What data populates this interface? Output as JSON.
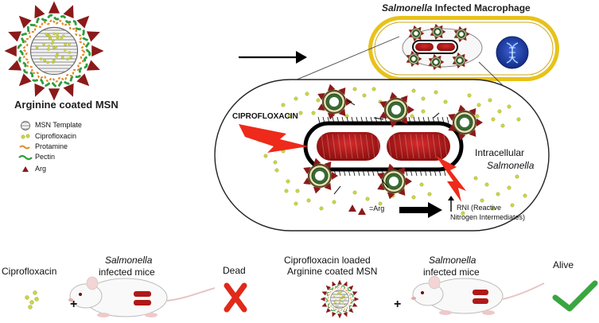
{
  "msn_panel": {
    "title": "Arginine coated MSN",
    "legend": [
      {
        "icon": "msn-template-icon",
        "label": "MSN Template"
      },
      {
        "icon": "ciprofloxacin-dot-icon",
        "label": "Ciprofloxacin"
      },
      {
        "icon": "protamine-icon",
        "label": "Protamine"
      },
      {
        "icon": "pectin-icon",
        "label": "Pectin"
      },
      {
        "icon": "arg-triangle-icon",
        "label": "Arg"
      }
    ]
  },
  "macrophage": {
    "title_italic": "Salmonella",
    "title_rest": " Infected Macrophage"
  },
  "zoom": {
    "cipro_label": "CIPROFLOXACIN",
    "intracellular_line1": "Intracellular",
    "intracellular_line2": "Salmonella",
    "arg_legend": "=Arg",
    "rni_line1": "RNI (Reactive",
    "rni_line2": "Nitrogen Intermediates)"
  },
  "bottom": {
    "cipro_label": "Ciprofloxacin",
    "mice1_line1": "Salmonella",
    "mice1_line2": "infected mice",
    "plus1": "+",
    "dead": "Dead",
    "loaded_line1": "Ciprofloxacin loaded",
    "loaded_line2": "Arginine coated MSN",
    "plus2": "+",
    "mice2_line1": "Salmonella",
    "mice2_line2": "infected mice",
    "alive": "Alive"
  },
  "colors": {
    "arg": "#8b1a1a",
    "pectin": "#2e9e3e",
    "protamine": "#e08a2a",
    "cipro": "#cbd64a",
    "bacteria": "#b01818",
    "macrophage_border": "#e8c21a",
    "nucleus": "#1b3fa6",
    "lightning": "#ee2a1a",
    "check": "#3aa640",
    "cross": "#e02a1a"
  }
}
